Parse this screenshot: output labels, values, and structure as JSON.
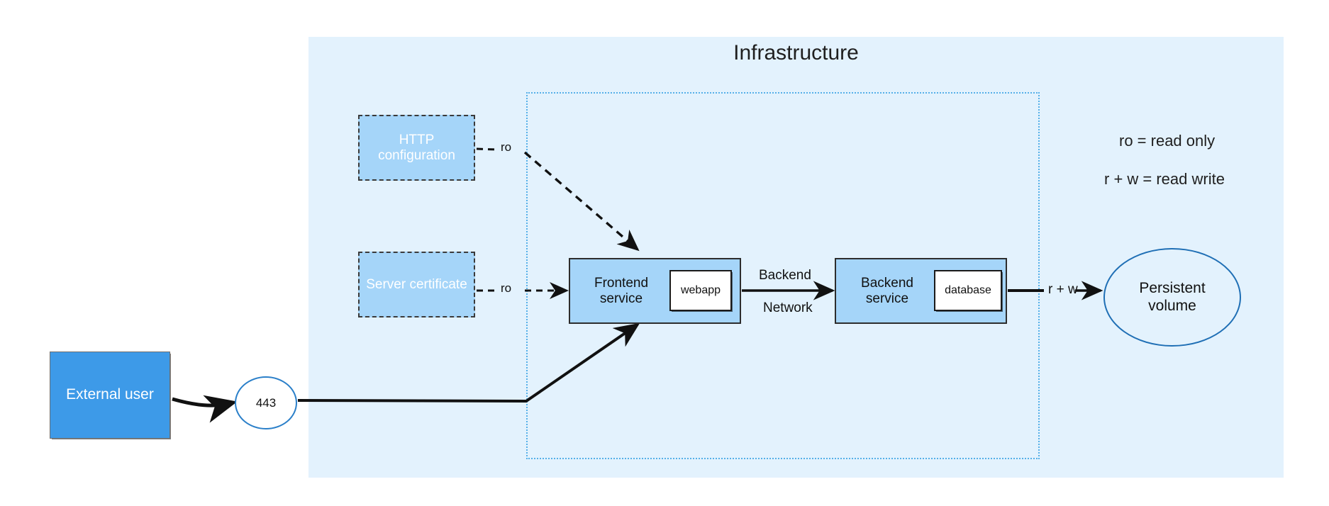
{
  "diagram": {
    "title": "Infrastructure",
    "panel_color": "#e3f2fd",
    "network_boundary_color": "#56b0e8",
    "nodes": {
      "external_user": {
        "label": "External user",
        "color": "#3d9ae8"
      },
      "port": {
        "label": "443"
      },
      "http_configuration": {
        "label": "HTTP configuration",
        "color": "#a5d5f9"
      },
      "server_certificate": {
        "label": "Server certificate",
        "color": "#a5d5f9"
      },
      "frontend_service": {
        "label": "Frontend\nservice",
        "label_line1": "Frontend",
        "label_line2": "service",
        "container": "webapp",
        "color": "#a5d5f9"
      },
      "backend_service": {
        "label": "Backend\nservice",
        "label_line1": "Backend",
        "label_line2": "service",
        "container": "database",
        "color": "#a5d5f9"
      },
      "persistent_volume": {
        "label_line1": "Persistent",
        "label_line2": "volume",
        "color": "#e3f2fd",
        "stroke": "#1f6fb5"
      }
    },
    "edges": {
      "http_config_to_frontend": "ro",
      "server_cert_to_frontend": "ro",
      "frontend_to_backend_line1": "Backend",
      "frontend_to_backend_line2": "Network",
      "backend_to_volume": "r + w"
    },
    "legend": {
      "line1": "ro = read only",
      "line2": "r + w = read write"
    }
  }
}
